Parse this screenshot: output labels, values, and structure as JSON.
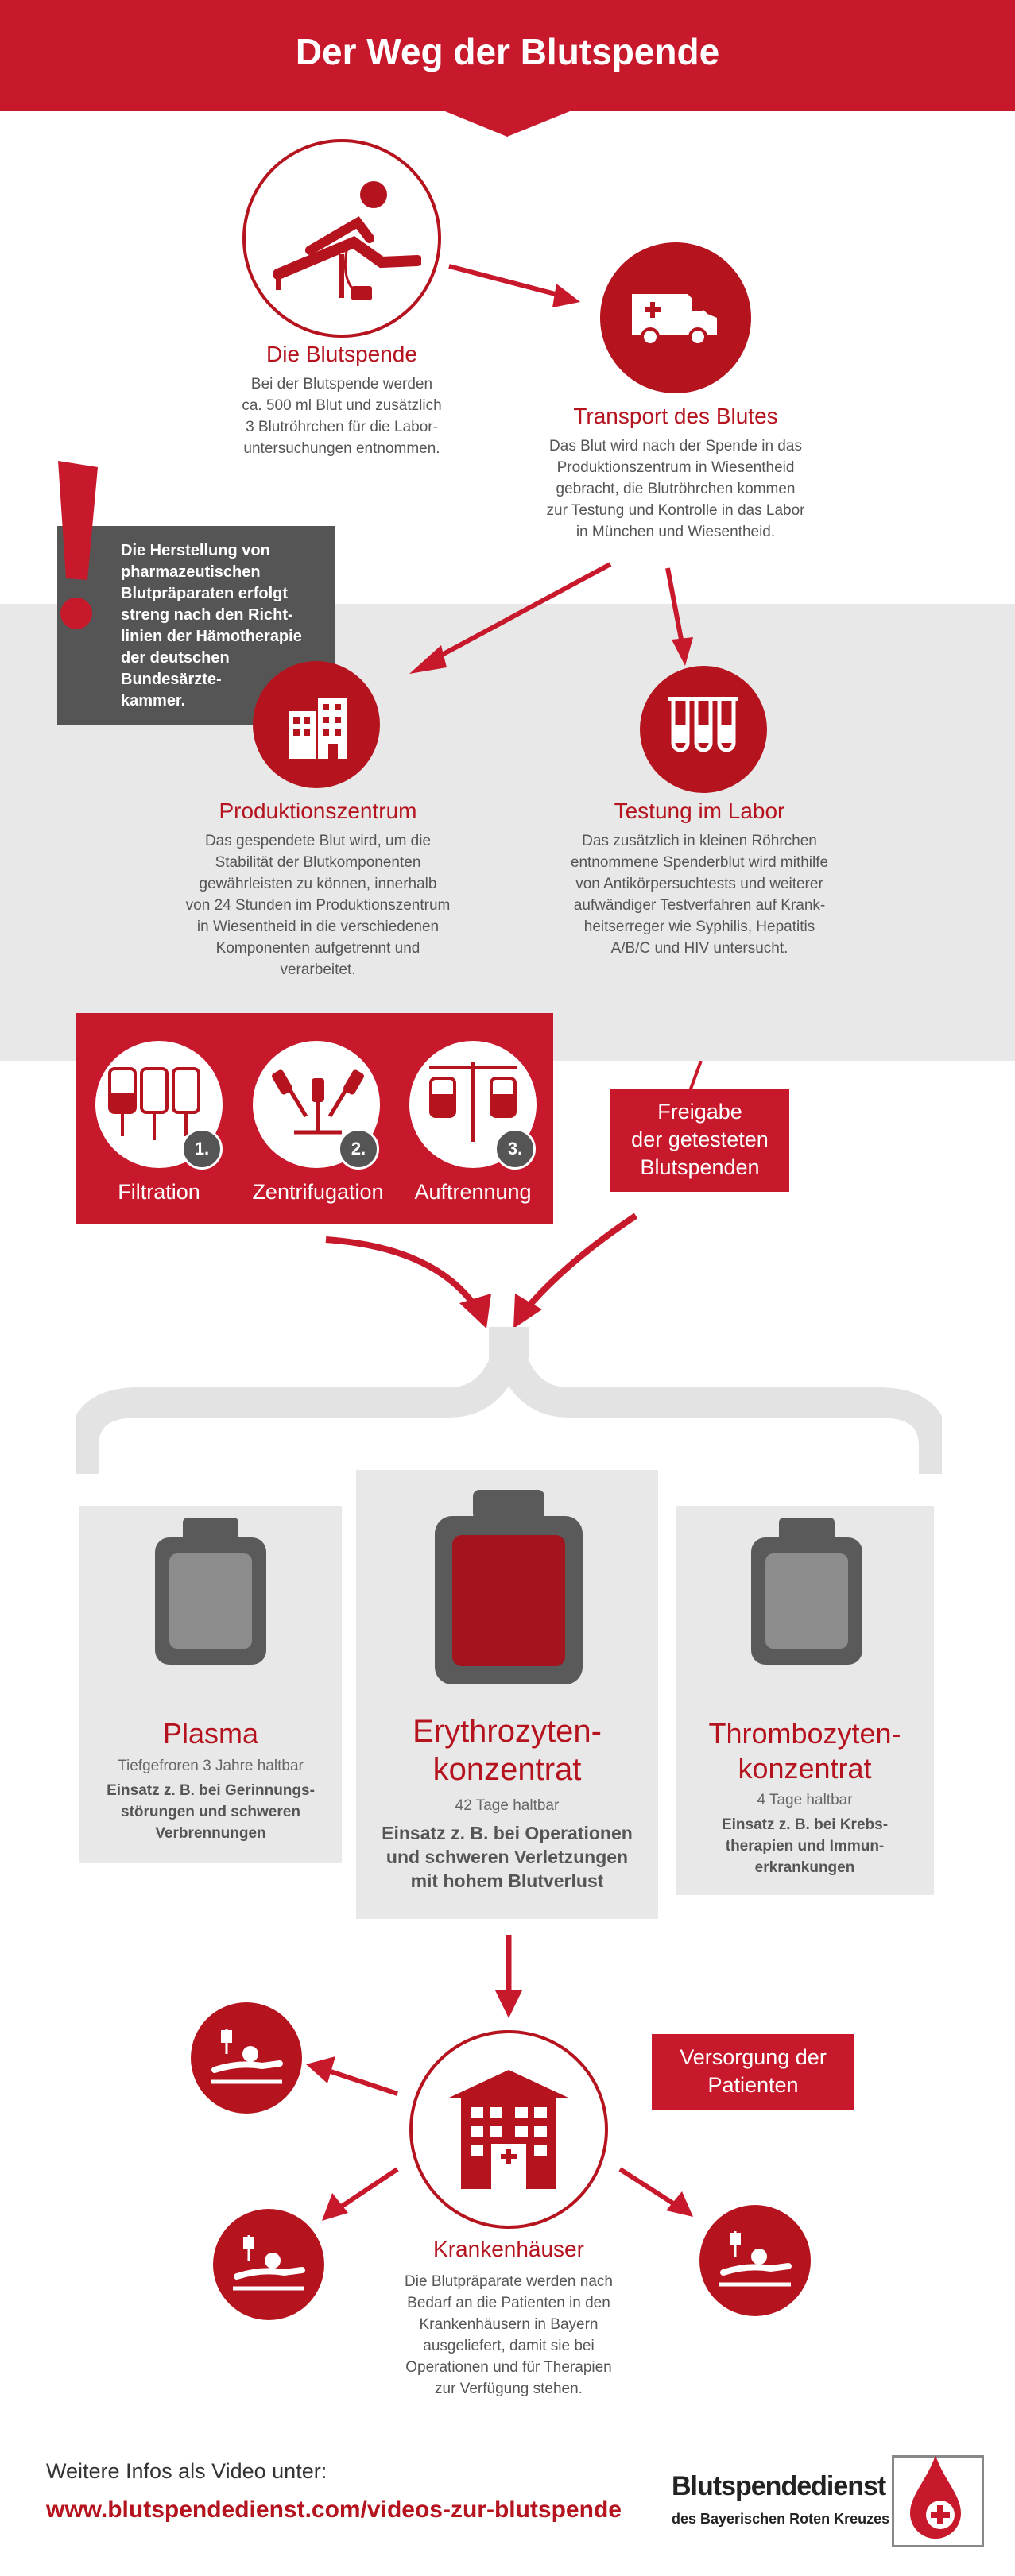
{
  "header": {
    "title": "Der Weg der Blutspende"
  },
  "steps": {
    "blutspende": {
      "title": "Die Blutspende",
      "text": "Bei der Blutspende werden\nca. 500 ml Blut und zusätzlich\n3 Blutröhrchen für die Labor-\nuntersuchungen entnommen."
    },
    "transport": {
      "title": "Transport des Blutes",
      "text": "Das Blut wird nach der Spende in das\nProduktionszentrum in Wiesentheid\ngebracht, die Blutröhrchen kommen\nzur Testung und Kontrolle in das Labor\nin München und Wiesentheid."
    },
    "produktion": {
      "title": "Produktionszentrum",
      "text": "Das gespendete Blut wird, um die\nStabilität der Blutkomponenten\ngewährleisten zu können, innerhalb\nvon 24 Stunden im Produktionszentrum\nin Wiesentheid in die verschiedenen\nKomponenten aufgetrennt und\nverarbeitet."
    },
    "labor": {
      "title": "Testung im Labor",
      "text": "Das zusätzlich in kleinen Röhrchen\nentnommene Spenderblut wird mithilfe\nvon Antikörpersuchtests und weiterer\naufwändiger Testverfahren auf Krank-\nheitserreger wie Syphilis, Hepatitis\nA/B/C und HIV untersucht."
    }
  },
  "notice": {
    "mark": "!",
    "text": "Die Herstellung von\npharmazeutischen\nBlutpräparaten erfolgt\nstreng nach den Richt-\nlinien der Hämotherapie\nder deutschen\nBundesärzte-\nkammer."
  },
  "process": [
    {
      "number": "1.",
      "label": "Filtration"
    },
    {
      "number": "2.",
      "label": "Zentrifugation"
    },
    {
      "number": "3.",
      "label": "Auftrennung"
    }
  ],
  "freigabe": "Freigabe\nder getesteten\nBlutspenden",
  "products": [
    {
      "title": "Plasma",
      "shelf": "Tiefgefroren 3 Jahre haltbar",
      "use": "Einsatz z. B. bei Gerinnungs-\nstörungen und schweren\nVerbrennungen"
    },
    {
      "title": "Erythrozyten-\nkonzentrat",
      "shelf": "42 Tage haltbar",
      "use": "Einsatz z. B. bei Operationen\nund schweren Verletzungen\nmit hohem Blutverlust"
    },
    {
      "title": "Thrombozyten-\nkonzentrat",
      "shelf": "4 Tage haltbar",
      "use": "Einsatz z. B. bei Krebs-\ntherapien und Immun-\nerkrankungen"
    }
  ],
  "versorgung": "Versorgung der\nPatienten",
  "krankenhaus": {
    "title": "Krankenhäuser",
    "text": "Die Blutpräparate werden nach\nBedarf an die Patienten in den\nKrankenhäusern in Bayern\nausgeliefert, damit sie bei\nOperationen und für Therapien\nzur Verfügung stehen."
  },
  "footer": {
    "label": "Weitere Infos als Video unter:",
    "url": "www.blutspendedienst.com/videos-zur-blutspende",
    "org_name": "Blutspendedienst",
    "org_sub": "des Bayerischen Roten Kreuzes"
  },
  "colors": {
    "accent": "#c8192c",
    "dark_gray": "#555555",
    "light_gray": "#e8e8e8"
  }
}
